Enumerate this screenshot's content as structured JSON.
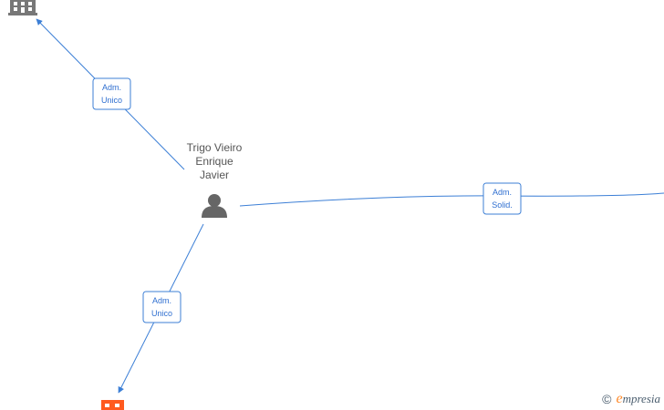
{
  "person": {
    "name_lines": [
      "Trigo Vieiro",
      "Enrique",
      "Javier"
    ]
  },
  "edges": [
    {
      "id": "top",
      "label_lines": [
        "Adm.",
        "Unico"
      ]
    },
    {
      "id": "right",
      "label_lines": [
        "Adm.",
        "Solid."
      ]
    },
    {
      "id": "bottom",
      "label_lines": [
        "Adm.",
        "Unico"
      ]
    }
  ],
  "watermark": {
    "copyright": "©",
    "brand_initial": "e",
    "brand_rest": "mpresia"
  },
  "colors": {
    "edge": "#3c7fd6",
    "person": "#666666",
    "company_gray": "#777777",
    "company_orange": "#ff5a1f"
  },
  "icons": {
    "person": "person-icon",
    "company_top": "building-icon",
    "company_bottom": "building-icon"
  }
}
